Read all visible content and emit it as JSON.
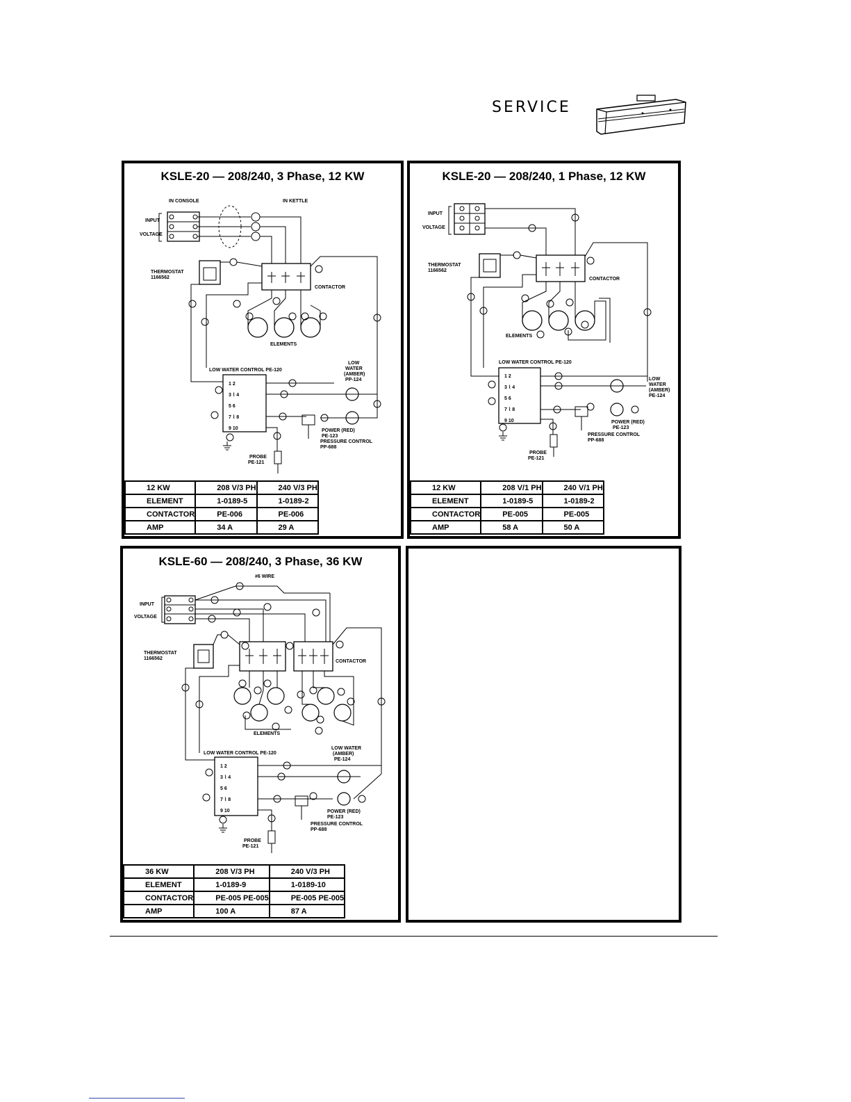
{
  "header": {
    "service_label": "SERVICE",
    "icon": "toolbox-icon"
  },
  "panels": [
    {
      "title": "KSLE-20 — 208/240, 3 Phase, 12 KW",
      "labels": {
        "in_console": "IN CONSOLE",
        "in_kettle": "IN KETTLE",
        "input": "INPUT",
        "voltage": "VOLTAGE",
        "thermostat": "THERMOSTAT",
        "thermostat_num": "1166562",
        "contactor": "CONTACTOR",
        "elements": "ELEMENTS",
        "low_water_control": "LOW WATER CONTROL PE-120",
        "low_water": "LOW",
        "low_water2": "WATER",
        "amber": "(AMBER)",
        "amber_part": "PP-124",
        "power_red": "POWER (RED)",
        "power_part": "PE-123",
        "pressure_control": "PRESSURE CONTROL",
        "pressure_part": "PP-688",
        "probe": "PROBE",
        "probe_part": "PE-121"
      },
      "table": [
        [
          "12 KW",
          "208 V/3 PH",
          "240 V/3 PH"
        ],
        [
          "ELEMENT",
          "1-0189-5",
          "1-0189-2"
        ],
        [
          "CONTACTOR",
          "PE-006",
          "PE-006"
        ],
        [
          "AMP",
          "34 A",
          "29 A"
        ]
      ]
    },
    {
      "title": "KSLE-20 — 208/240, 1 Phase, 12 KW",
      "labels": {
        "input": "INPUT",
        "voltage": "VOLTAGE",
        "thermostat": "THERMOSTAT",
        "thermostat_num": "1166562",
        "contactor": "CONTACTOR",
        "elements": "ELEMENTS",
        "low_water_control": "LOW WATER CONTROL PE-120",
        "low_water": "LOW",
        "low_water2": "WATER",
        "amber": "(AMBER)",
        "amber_part": "PE-124",
        "power_red": "POWER (RED)",
        "power_part": "PE-123",
        "pressure_control": "PRESSURE CONTROL",
        "pressure_part": "PP-688",
        "probe": "PROBE",
        "probe_part": "PE-121"
      },
      "table": [
        [
          "12 KW",
          "208 V/1 PH",
          "240 V/1 PH"
        ],
        [
          "ELEMENT",
          "1-0189-5",
          "1-0189-2"
        ],
        [
          "CONTACTOR",
          "PE-005",
          "PE-005"
        ],
        [
          "AMP",
          "58 A",
          "50 A"
        ]
      ]
    },
    {
      "title": "KSLE-60 — 208/240, 3 Phase, 36 KW",
      "labels": {
        "wire": "#6 WIRE",
        "input": "INPUT",
        "voltage": "VOLTAGE",
        "thermostat": "THERMOSTAT",
        "thermostat_num": "1166562",
        "contactor": "CONTACTOR",
        "elements": "ELEMENTS",
        "low_water_control": "LOW WATER CONTROL PE-120",
        "low_water": "LOW WATER",
        "amber": "(AMBER)",
        "amber_part": "PE-124",
        "power_red": "POWER (RED)",
        "power_part": "PE-123",
        "pressure_control": "PRESSURE CONTROL",
        "pressure_part": "PP-688",
        "probe": "PROBE",
        "probe_part": "PE-121"
      },
      "table": [
        [
          "36 KW",
          "208 V/3 PH",
          "240 V/3 PH"
        ],
        [
          "ELEMENT",
          "1-0189-9",
          "1-0189-10"
        ],
        [
          "CONTACTOR",
          "PE-005 PE-005",
          "PE-005 PE-005"
        ],
        [
          "AMP",
          "100 A",
          "87 A"
        ]
      ]
    }
  ]
}
